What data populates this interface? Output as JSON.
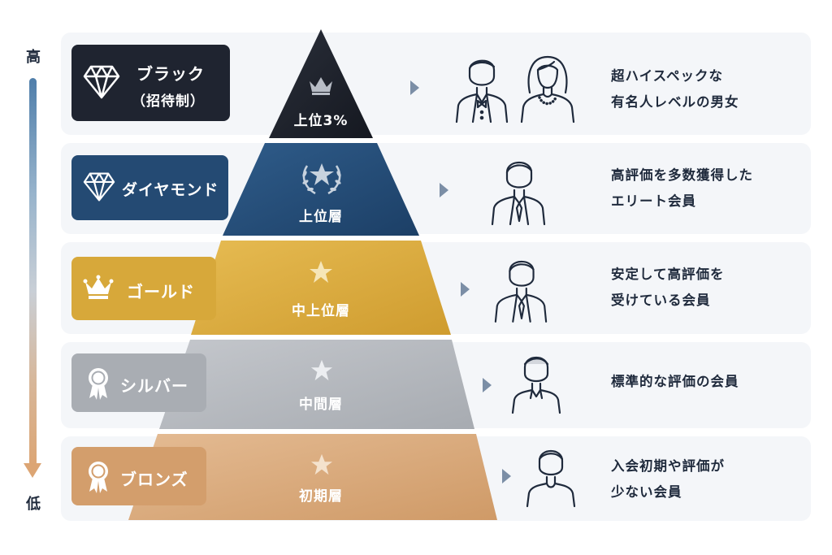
{
  "axis": {
    "high_label": "高",
    "low_label": "低"
  },
  "tiers": [
    {
      "id": "black",
      "name": "ブラック",
      "sub": "（招待制）",
      "layer_label": "上位3%",
      "description": [
        "超ハイスペックな",
        "有名人レベルの男女"
      ],
      "color": "#1f2430",
      "icon": "diamond-icon",
      "layer_icon": "crown-icon"
    },
    {
      "id": "diamond",
      "name": "ダイヤモンド",
      "sub": "",
      "layer_label": "上位層",
      "description": [
        "高評価を多数獲得した",
        "エリート会員"
      ],
      "color": "#244a73",
      "icon": "diamond-icon",
      "layer_icon": "laurel-star-icon"
    },
    {
      "id": "gold",
      "name": "ゴールド",
      "sub": "",
      "layer_label": "中上位層",
      "description": [
        "安定して高評価を",
        "受けている会員"
      ],
      "color": "#d7a83a",
      "icon": "crown-icon",
      "layer_icon": "star-icon"
    },
    {
      "id": "silver",
      "name": "シルバー",
      "sub": "",
      "layer_label": "中間層",
      "description": [
        "標準的な評価の会員"
      ],
      "color": "#a9adb3",
      "icon": "medal-icon",
      "layer_icon": "star-icon"
    },
    {
      "id": "bronze",
      "name": "ブロンズ",
      "sub": "",
      "layer_label": "初期層",
      "description": [
        "入会初期や評価が",
        "少ない会員"
      ],
      "color": "#d39e6c",
      "icon": "medal-icon",
      "layer_icon": "star-icon"
    }
  ]
}
